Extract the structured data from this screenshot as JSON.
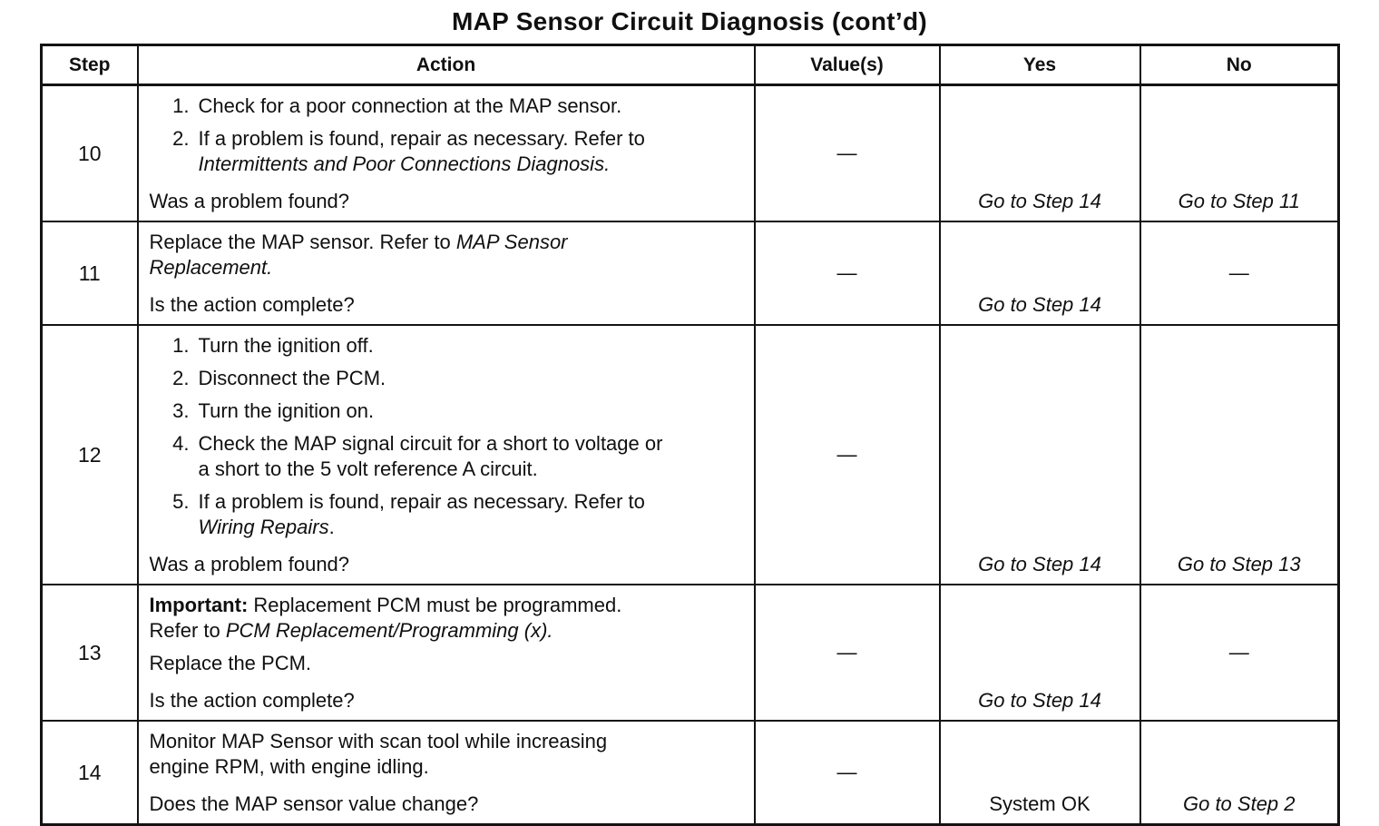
{
  "page": {
    "title": "MAP Sensor Circuit Diagnosis (cont’d)"
  },
  "table": {
    "headers": {
      "step": "Step",
      "action": "Action",
      "values": "Value(s)",
      "yes": "Yes",
      "no": "No"
    },
    "rows": [
      {
        "step": "10",
        "action": {
          "items": [
            {
              "num": "1.",
              "segments": [
                {
                  "text": "Check for a poor connection at the MAP sensor."
                }
              ]
            },
            {
              "num": "2.",
              "segments": [
                {
                  "text": "If a problem is found, repair as necessary. Refer to"
                },
                {
                  "br": true
                },
                {
                  "text": "Intermittents and Poor Connections Diagnosis.",
                  "italic": true
                }
              ]
            }
          ],
          "paragraphs": [],
          "question": "Was a problem found?"
        },
        "value": "—",
        "yes": {
          "text": "Go to Step 14",
          "italic": true
        },
        "no": {
          "text": "Go to Step 11",
          "italic": true
        }
      },
      {
        "step": "11",
        "action": {
          "items": [],
          "paragraphs": [
            {
              "segments": [
                {
                  "text": "Replace the MAP sensor. Refer to "
                },
                {
                  "text": "MAP Sensor",
                  "italic": true
                },
                {
                  "br": true
                },
                {
                  "text": "Replacement.",
                  "italic": true
                }
              ]
            }
          ],
          "question": "Is the action complete?"
        },
        "value": "—",
        "yes": {
          "text": "Go to Step 14",
          "italic": true
        },
        "no": {
          "text": "—",
          "italic": false
        }
      },
      {
        "step": "12",
        "action": {
          "items": [
            {
              "num": "1.",
              "segments": [
                {
                  "text": "Turn the ignition off."
                }
              ]
            },
            {
              "num": "2.",
              "segments": [
                {
                  "text": "Disconnect the PCM."
                }
              ]
            },
            {
              "num": "3.",
              "segments": [
                {
                  "text": "Turn the ignition on."
                }
              ]
            },
            {
              "num": "4.",
              "segments": [
                {
                  "text": "Check the MAP signal circuit for a short to voltage or"
                },
                {
                  "br": true
                },
                {
                  "text": "a short to the 5 volt reference A circuit."
                }
              ]
            },
            {
              "num": "5.",
              "segments": [
                {
                  "text": "If a problem is found, repair as necessary. Refer to"
                },
                {
                  "br": true
                },
                {
                  "text": "Wiring Repairs",
                  "italic": true
                },
                {
                  "text": "."
                }
              ]
            }
          ],
          "paragraphs": [],
          "question": "Was a problem found?"
        },
        "value": "—",
        "yes": {
          "text": "Go to Step 14",
          "italic": true
        },
        "no": {
          "text": "Go to Step 13",
          "italic": true
        }
      },
      {
        "step": "13",
        "action": {
          "items": [],
          "paragraphs": [
            {
              "segments": [
                {
                  "text": "Important:",
                  "bold": true
                },
                {
                  "text": " Replacement PCM must be programmed."
                },
                {
                  "br": true
                },
                {
                  "text": "Refer to "
                },
                {
                  "text": "PCM Replacement/Programming (x).",
                  "italic": true
                }
              ]
            },
            {
              "segments": [
                {
                  "text": "Replace the PCM."
                }
              ]
            }
          ],
          "question": "Is the action complete?"
        },
        "value": "—",
        "yes": {
          "text": "Go to Step 14",
          "italic": true
        },
        "no": {
          "text": "—",
          "italic": false
        }
      },
      {
        "step": "14",
        "action": {
          "items": [],
          "paragraphs": [
            {
              "segments": [
                {
                  "text": "Monitor MAP Sensor with scan tool while increasing"
                },
                {
                  "br": true
                },
                {
                  "text": "engine RPM, with engine idling."
                }
              ]
            }
          ],
          "question": "Does the MAP sensor value change?"
        },
        "value": "—",
        "yes": {
          "text": "System OK",
          "italic": false
        },
        "no": {
          "text": "Go to Step 2",
          "italic": true
        }
      }
    ]
  }
}
